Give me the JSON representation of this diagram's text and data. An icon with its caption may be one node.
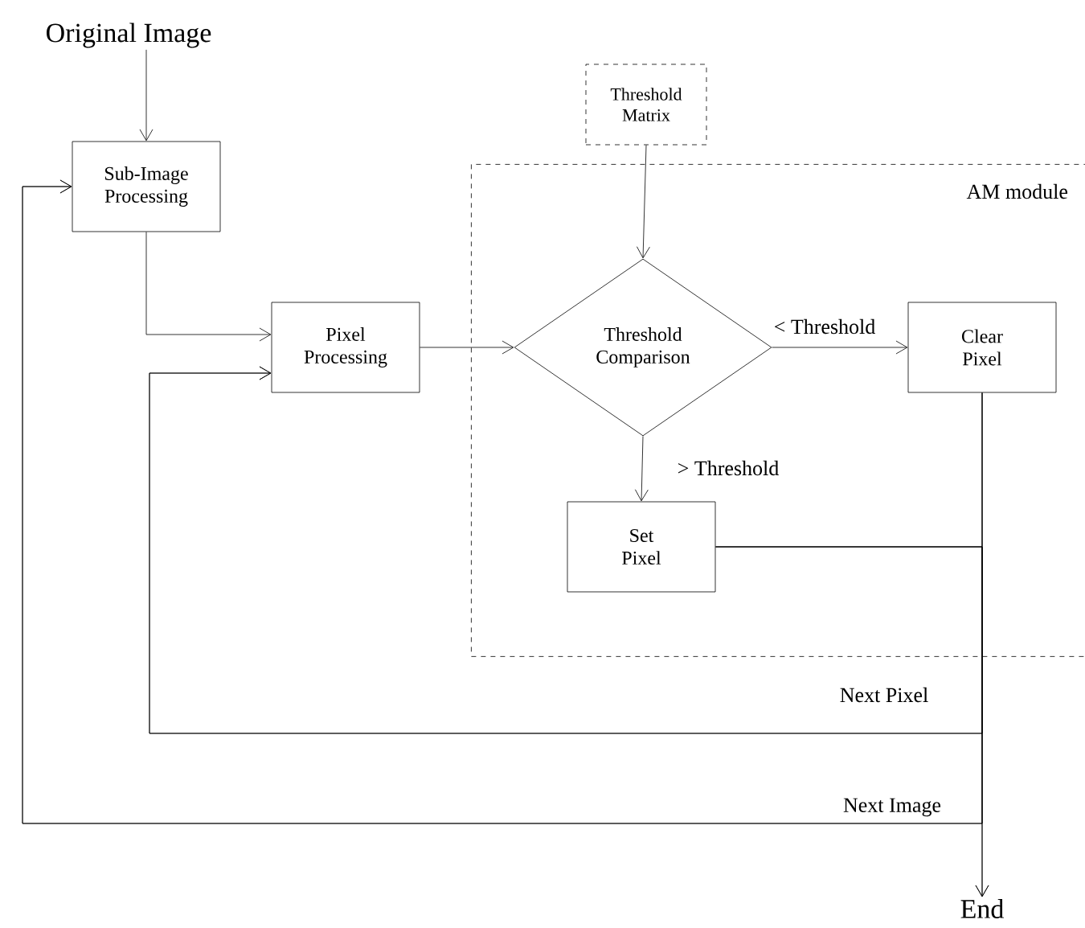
{
  "diagram": {
    "nodes": [
      {
        "text": [
          "Original Image"
        ]
      },
      {
        "text": [
          "Sub-Image Processing"
        ]
      },
      {
        "text": [
          "Pixel Processing"
        ]
      },
      {
        "text": [
          "Threshold Matrix"
        ]
      },
      {
        "text": [
          "AM module"
        ]
      },
      {
        "text": [
          "Threshold Comparison"
        ],
        "in": 4
      },
      {
        "text": [
          "Clear Pixel"
        ],
        "in": 4
      },
      {
        "text": [
          "Set Pixel"
        ],
        "in": 4
      },
      {
        "text": [
          "End"
        ]
      }
    ],
    "edges": [
      {
        "from": 0,
        "to": 1,
        "arrow": "to"
      },
      {
        "from": 1,
        "to": 2,
        "arrow": "to"
      },
      {
        "from": 3,
        "to": 5,
        "arrow": "to"
      },
      {
        "from": 2,
        "to": 5,
        "arrow": "to"
      },
      {
        "from": 5,
        "to": 6,
        "arrow": "to",
        "label": "< Threshold"
      },
      {
        "from": 5,
        "to": 7,
        "arrow": "to",
        "label": "> Threshold"
      },
      {
        "from": 6,
        "to": 8,
        "arrow": "to"
      },
      {
        "from": 7,
        "to": 8,
        "arrow": "to"
      },
      {
        "from": 6,
        "to": 2,
        "arrow": "to",
        "label": "Next Pixel"
      },
      {
        "from": 7,
        "to": 2,
        "arrow": "to"
      },
      {
        "from": 6,
        "to": 1,
        "arrow": "to",
        "label": "Next Image"
      },
      {
        "from": 7,
        "to": 1,
        "arrow": "to"
      }
    ]
  }
}
